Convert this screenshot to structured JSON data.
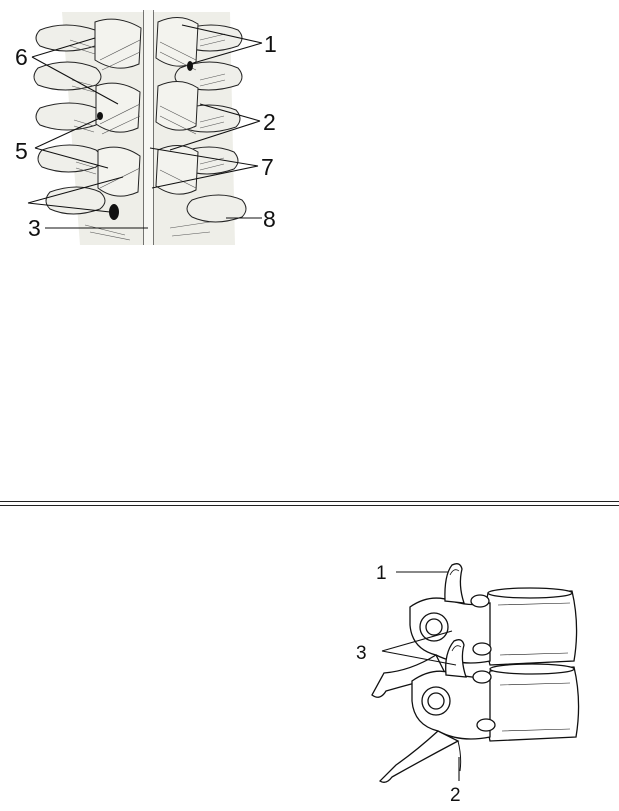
{
  "figure_top": {
    "labels": [
      "1",
      "2",
      "3",
      "5",
      "6",
      "7",
      "8"
    ]
  },
  "figure_bottom": {
    "labels": [
      "1",
      "2",
      "3"
    ]
  },
  "colors": {
    "ink": "#111111",
    "bone_fill": "#efefea",
    "background": "#ffffff"
  }
}
